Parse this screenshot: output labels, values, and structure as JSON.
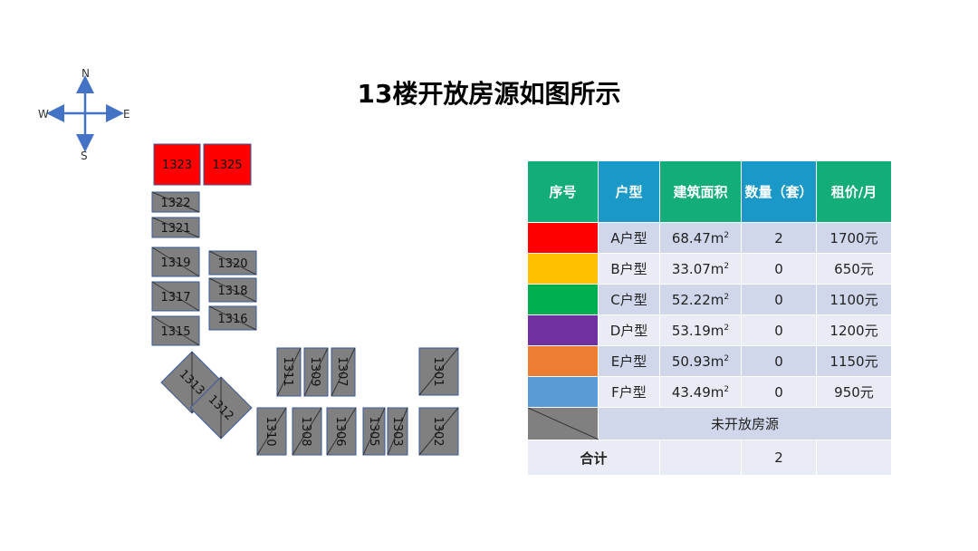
{
  "title": "13楼开放房源如图所示",
  "compass": {
    "n": "N",
    "s": "S",
    "e": "E",
    "w": "W"
  },
  "colors": {
    "open": "#ff0000",
    "closed": "#808080",
    "header_green": "#12ad78",
    "header_blue": "#1a98c8",
    "compass": "#4472c4"
  },
  "units": {
    "u1323": "1323",
    "u1325": "1325",
    "u1322": "1322",
    "u1321": "1321",
    "u1319": "1319",
    "u1320": "1320",
    "u1317": "1317",
    "u1318": "1318",
    "u1315": "1315",
    "u1316": "1316",
    "u1313": "1313",
    "u1312": "1312",
    "u1311": "1311",
    "u1309": "1309",
    "u1307": "1307",
    "u1301": "1301",
    "u1310": "1310",
    "u1308": "1308",
    "u1306": "1306",
    "u1305": "1305",
    "u1303": "1303",
    "u1302": "1302"
  },
  "table": {
    "headers": [
      "序号",
      "户型",
      "建筑面积",
      "数量（套）",
      "租价/月"
    ],
    "rows": [
      {
        "color": "#ff0000",
        "type": "A户型",
        "area": "68.47m",
        "sup": "2",
        "count": "2",
        "price": "1700元"
      },
      {
        "color": "#ffc000",
        "type": "B户型",
        "area": "33.07m",
        "sup": "2",
        "count": "0",
        "price": "650元"
      },
      {
        "color": "#00b050",
        "type": "C户型",
        "area": "52.22m",
        "sup": "2",
        "count": "0",
        "price": "1100元"
      },
      {
        "color": "#7030a0",
        "type": "D户型",
        "area": "53.19m",
        "sup": "2",
        "count": "0",
        "price": "1200元"
      },
      {
        "color": "#ed7d31",
        "type": "E户型",
        "area": "50.93m",
        "sup": "2",
        "count": "0",
        "price": "1150元"
      },
      {
        "color": "#5b9bd5",
        "type": "F户型",
        "area": "43.49m",
        "sup": "2",
        "count": "0",
        "price": "950元"
      }
    ],
    "unavailable_label": "未开放房源",
    "total_label": "合计",
    "total_count": "2"
  }
}
